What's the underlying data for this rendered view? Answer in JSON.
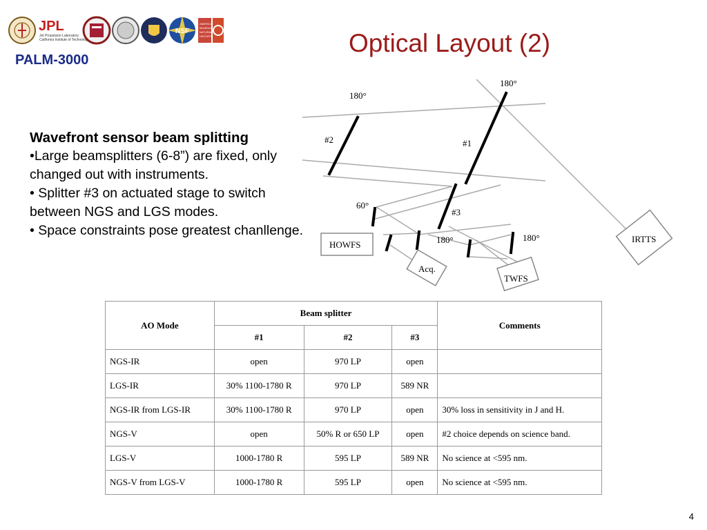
{
  "header": {
    "brand": "PALM-3000",
    "title": "Optical Layout (2)",
    "logos": {
      "jpl": "JPL",
      "jpl_sub1": "Jet Propulsion Laboratory",
      "jpl_sub2": "California Institute of Technology",
      "nsf": "NSF",
      "amnh1": "AMERICAN",
      "amnh2": "MUSEUM",
      "amnh3": "NATURAL",
      "amnh4": "HISTORY"
    }
  },
  "text": {
    "heading": "Wavefront sensor beam splitting",
    "bullets": [
      "•Large beamsplitters (6-8”) are fixed, only changed out with instruments.",
      "• Splitter #3 on actuated stage to switch between NGS and LGS modes.",
      "• Space constraints pose greatest chanllenge."
    ]
  },
  "diagram": {
    "labels": {
      "a180_left": "180°",
      "a180_top": "180°",
      "s2": "#2",
      "s1": "#1",
      "a60": "60°",
      "s3": "#3",
      "a180_mid": "180°",
      "a180_right": "180°",
      "howfs": "HOWFS",
      "acq": "Acq.",
      "twfs": "TWFS",
      "irtts": "IRTTS"
    }
  },
  "table": {
    "headers": {
      "mode": "AO Mode",
      "splitter": "Beam splitter",
      "comments": "Comments",
      "s1": "#1",
      "s2": "#2",
      "s3": "#3"
    },
    "rows": [
      {
        "mode": "NGS-IR",
        "s1": "open",
        "s2": "970 LP",
        "s3": "open",
        "comments": ""
      },
      {
        "mode": "LGS-IR",
        "s1": "30% 1100-1780 R",
        "s2": "970 LP",
        "s3": "589 NR",
        "comments": ""
      },
      {
        "mode": "NGS-IR from LGS-IR",
        "s1": "30% 1100-1780 R",
        "s2": "970 LP",
        "s3": "open",
        "comments": "30% loss in sensitivity in J and H."
      },
      {
        "mode": "NGS-V",
        "s1": "open",
        "s2": "50% R or 650 LP",
        "s3": "open",
        "comments": "#2 choice depends on science band."
      },
      {
        "mode": "LGS-V",
        "s1": "1000-1780 R",
        "s2": "595 LP",
        "s3": "589 NR",
        "comments": "No science at <595 nm."
      },
      {
        "mode": "NGS-V from LGS-V",
        "s1": "1000-1780 R",
        "s2": "595 LP",
        "s3": "open",
        "comments": "No science at <595 nm."
      }
    ]
  },
  "footer": {
    "page": "4"
  }
}
